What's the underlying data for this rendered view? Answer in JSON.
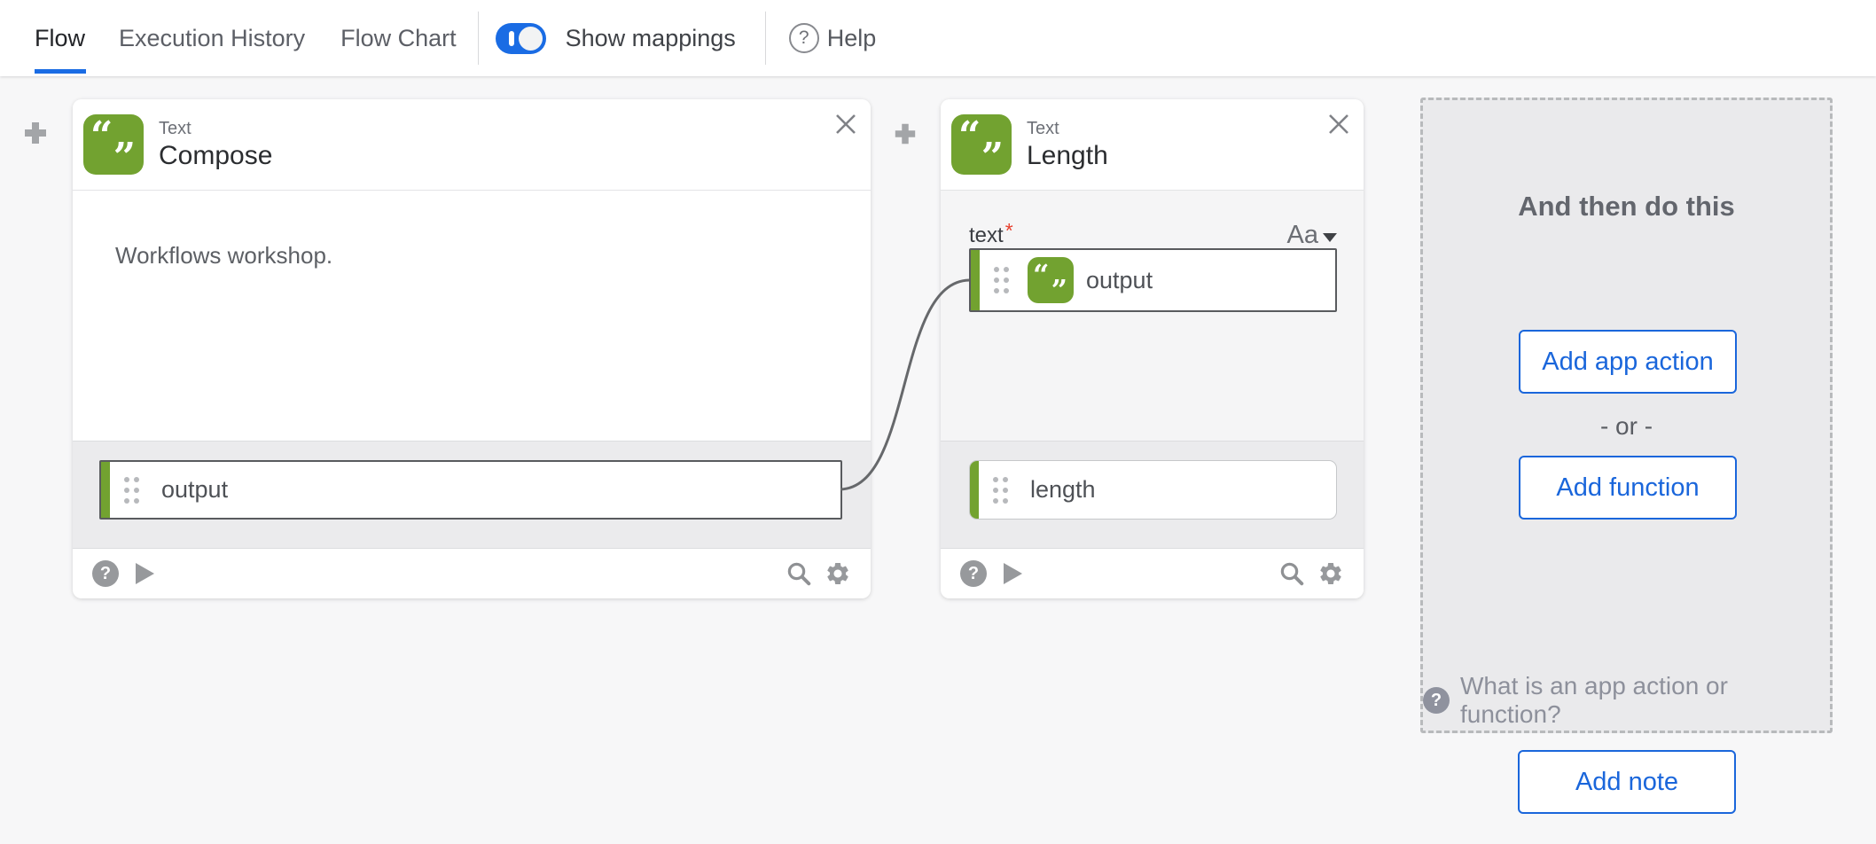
{
  "topbar": {
    "tabs": [
      {
        "label": "Flow",
        "active": true
      },
      {
        "label": "Execution History",
        "active": false
      },
      {
        "label": "Flow Chart",
        "active": false
      }
    ],
    "show_mappings_label": "Show mappings",
    "show_mappings_on": true,
    "help_label": "Help"
  },
  "canvas": {
    "cards": [
      {
        "app_label": "Text",
        "action_name": "Compose",
        "body_text": "Workflows workshop.",
        "output_pill": "output"
      },
      {
        "app_label": "Text",
        "action_name": "Length",
        "field_label": "text",
        "required_mark": "*",
        "format_label": "Aa",
        "mapped_pill": "output",
        "output_pill": "length"
      }
    ],
    "panel": {
      "heading": "And then do this",
      "add_app_action_label": "Add app action",
      "or_label": "- or -",
      "add_function_label": "Add function",
      "hint": "What is an app action or function?"
    },
    "add_note_label": "Add note"
  },
  "icons": {
    "quote_open": "“",
    "quote_close": "”",
    "question_mark": "?"
  },
  "colors": {
    "accent_blue": "#1a6ce4",
    "app_green": "#72a230",
    "connector_gray": "#66686b",
    "canvas_bg": "#f7f7f8",
    "section_gray": "#ebebed",
    "panel_bg": "#eaeaec"
  }
}
